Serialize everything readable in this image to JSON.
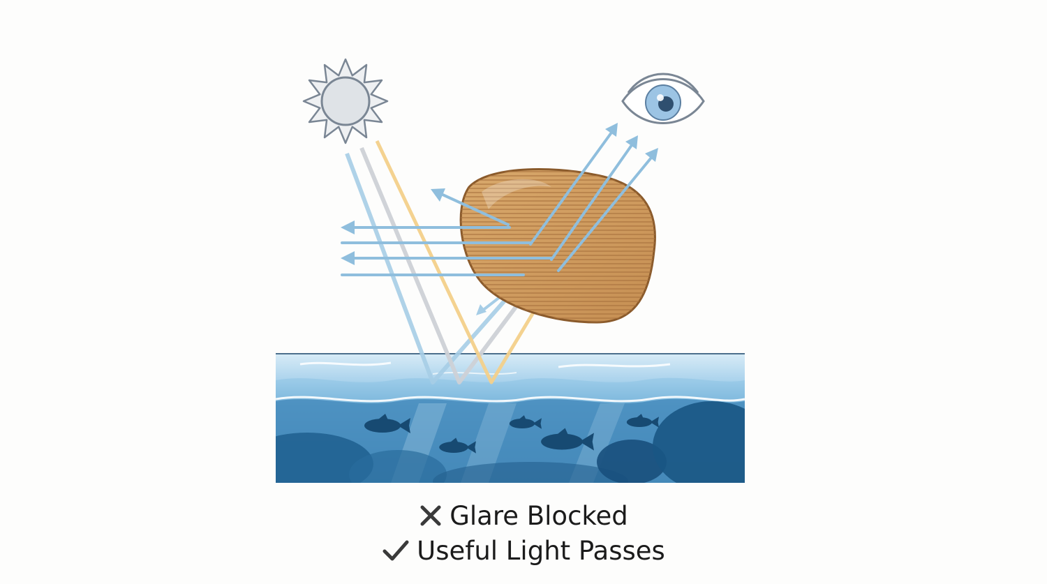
{
  "diagram": {
    "subject": "polarized lens filtering glare reflected from a water surface",
    "icons": {
      "sun": "sun-icon",
      "eye": "eye-icon",
      "lens": "polarized-lens-icon",
      "fish": "fish-icon",
      "blocked": "cross-mark-icon",
      "passes": "check-mark-icon"
    },
    "colors": {
      "background": "#fdfdfc",
      "sun_fill": "#dfe3e7",
      "sun_stroke": "#7a8694",
      "eye_iris": "#9cc4e4",
      "eye_pupil": "#2f4f6f",
      "ray_blue": "#8fbedd",
      "ray_gray": "#c9ccd1",
      "ray_yellow": "#f2cb73",
      "lens_fill": "#cf9a5f",
      "lens_stroke": "#8a5a2b",
      "lens_lines": "#a8733f",
      "water_top": "#d7ebf6",
      "water_mid": "#5fa2cf",
      "water_deep": "#1c5d8d",
      "fish": "#174a72",
      "caption_text": "#1b1b1b"
    }
  },
  "captions": {
    "blocked": "Glare Blocked",
    "passes": "Useful Light Passes"
  }
}
